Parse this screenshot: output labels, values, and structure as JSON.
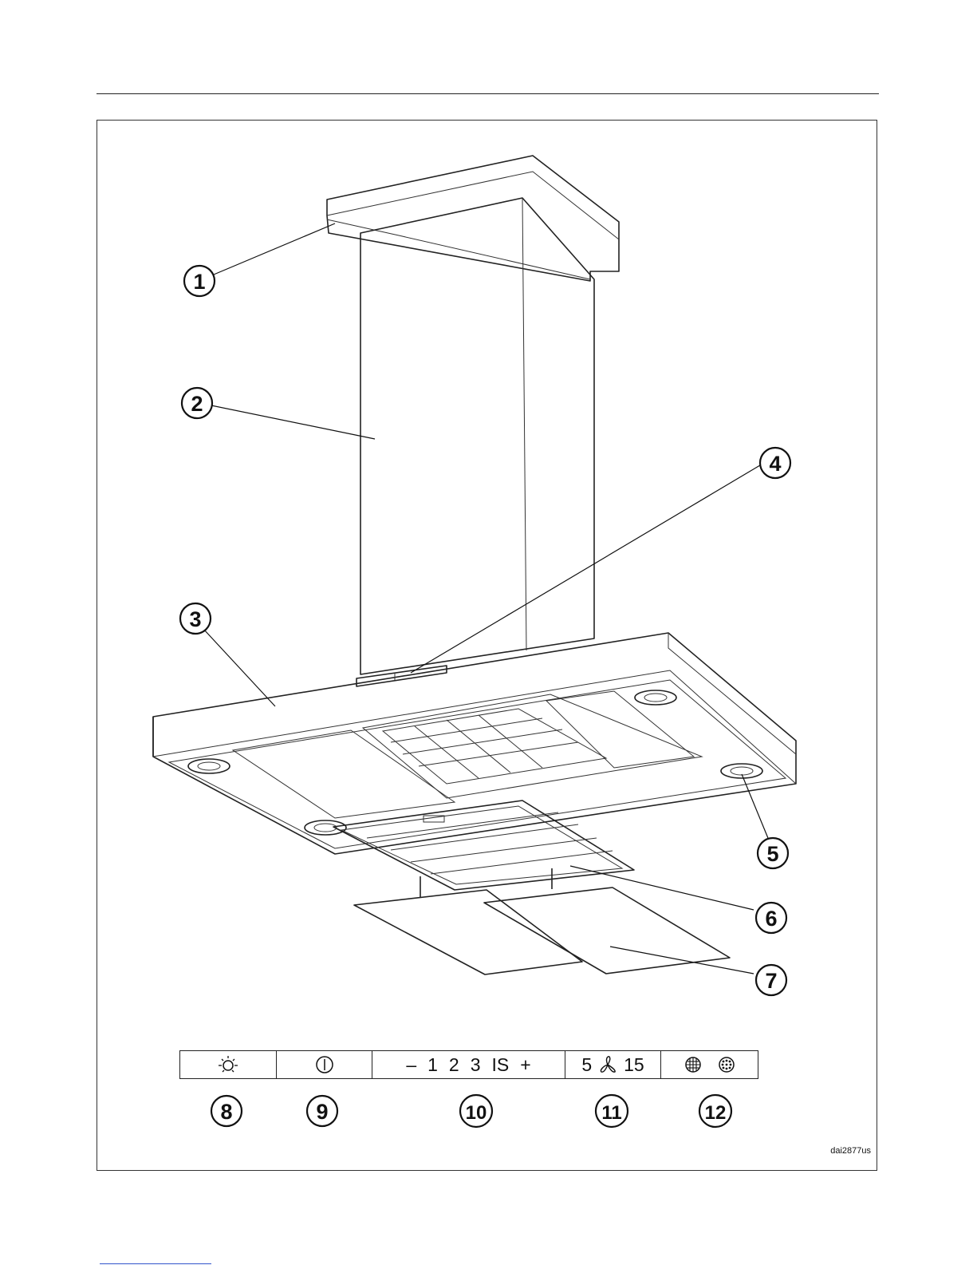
{
  "diagram": {
    "document_code": "dai2877us",
    "callouts": [
      "1",
      "2",
      "3",
      "4",
      "5",
      "6",
      "7",
      "8",
      "9",
      "10",
      "11",
      "12"
    ],
    "control_panel": {
      "light_icon": "light-bulb-icon",
      "power_icon": "power-icon",
      "speed": [
        "–",
        "1",
        "2",
        "3",
        "IS",
        "+"
      ],
      "timer": {
        "left": "5",
        "icon": "fan-icon",
        "right": "15"
      },
      "filter_icons": [
        "grease-filter-indicator-icon",
        "charcoal-filter-indicator-icon"
      ]
    }
  }
}
